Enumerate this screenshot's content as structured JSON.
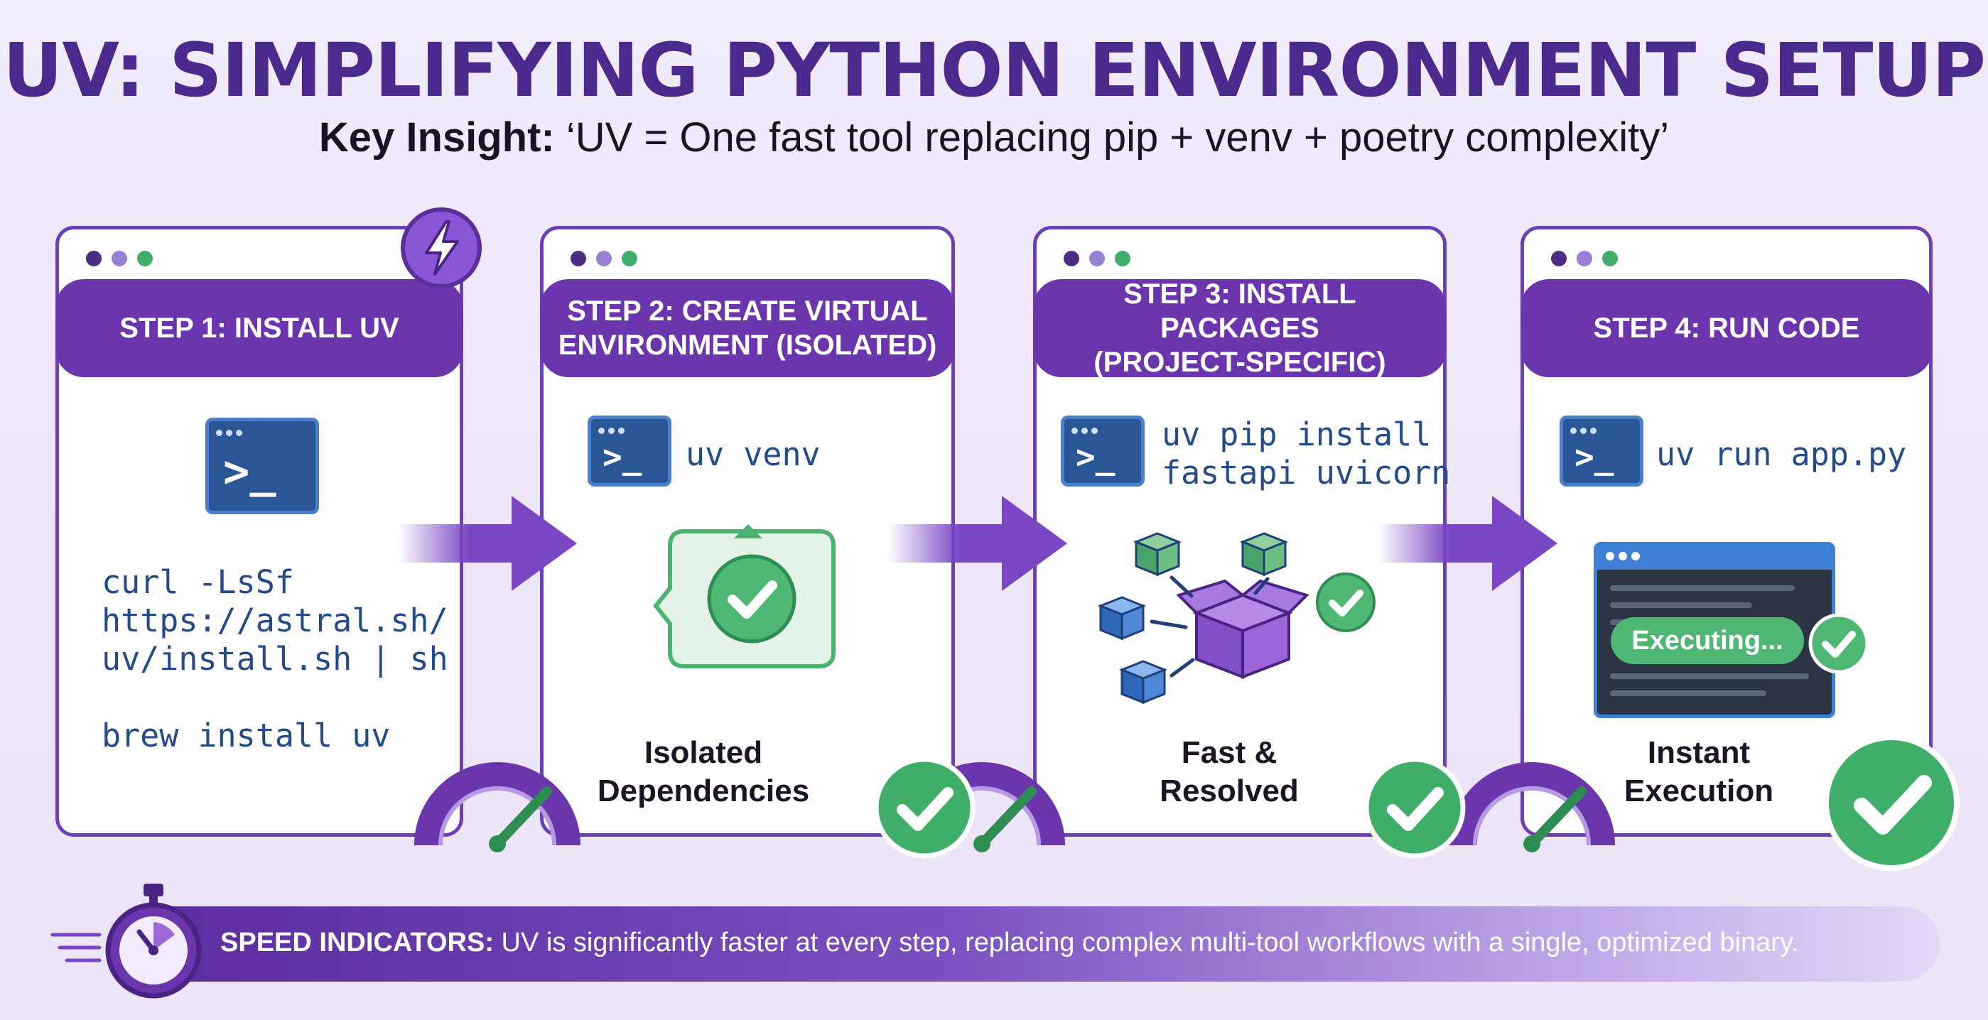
{
  "title": "UV: SIMPLIFYING PYTHON ENVIRONMENT SETUP",
  "subtitle": {
    "label": "Key Insight:",
    "text": "‘UV = One fast tool replacing pip + venv + poetry complexity’"
  },
  "steps": [
    {
      "header_line1": "STEP 1: INSTALL UV",
      "header_line2": "",
      "code_lines": [
        "curl -LsSf",
        "https://astral.sh/",
        "uv/install.sh | sh",
        "",
        "brew install uv"
      ],
      "caption_line1": "",
      "caption_line2": ""
    },
    {
      "header_line1": "STEP 2: CREATE VIRTUAL",
      "header_line2": "ENVIRONMENT (ISOLATED)",
      "code_lines": [
        "uv venv"
      ],
      "caption_line1": "Isolated",
      "caption_line2": "Dependencies"
    },
    {
      "header_line1": "STEP 3: INSTALL PACKAGES",
      "header_line2": "(PROJECT-SPECIFIC)",
      "code_lines": [
        "uv pip install",
        "fastapi uvicorn"
      ],
      "caption_line1": "Fast &",
      "caption_line2": "Resolved"
    },
    {
      "header_line1": "STEP 4: RUN CODE",
      "header_line2": "",
      "code_lines": [
        "uv run app.py"
      ],
      "caption_line1": "Instant",
      "caption_line2": "Execution",
      "executing_label": "Executing..."
    }
  ],
  "footer": {
    "label": "SPEED INDICATORS:",
    "text": "UV is significantly faster at every step, replacing complex multi-tool workflows with a single, optimized binary."
  },
  "colors": {
    "primary_purple": "#6b36ad",
    "title_purple": "#4a2a8c",
    "green": "#3fae69",
    "terminal_blue": "#2a5696",
    "code_blue": "#234a8a"
  },
  "icons": [
    "lightning-icon",
    "terminal-icon",
    "shield-check-icon",
    "package-box-icon",
    "speedometer-icon",
    "check-circle-icon",
    "stopwatch-icon",
    "arrow-right-icon"
  ]
}
